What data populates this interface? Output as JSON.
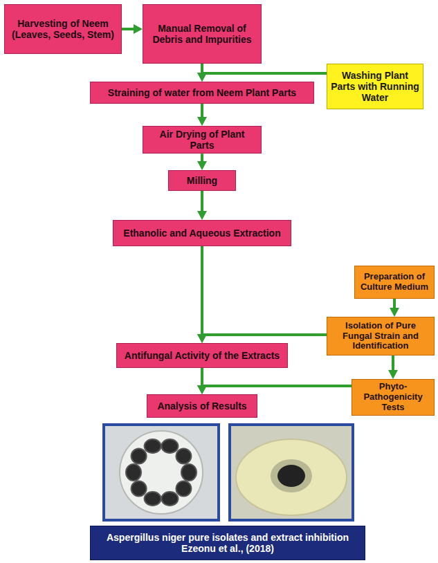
{
  "diagram": {
    "nodes": [
      {
        "text": [
          "Harvesting of Neem (Leaves, Seeds, Stem)"
        ]
      },
      {
        "text": [
          "Manual Removal of Debris and Impurities"
        ]
      },
      {
        "text": [
          "Washing Plant Parts with Running Water"
        ]
      },
      {
        "text": [
          "Straining of water from Neem Plant Parts"
        ]
      },
      {
        "text": [
          "Air Drying of Plant Parts"
        ]
      },
      {
        "text": [
          "Milling"
        ]
      },
      {
        "text": [
          "Ethanolic and Aqueous Extraction"
        ]
      },
      {
        "text": [
          "Preparation of Culture Medium"
        ]
      },
      {
        "text": [
          "Isolation of Pure Fungal Strain and Identification"
        ]
      },
      {
        "text": [
          "Antifungal Activity of the Extracts"
        ]
      },
      {
        "text": [
          "Phyto-Pathogenicity Tests"
        ]
      },
      {
        "text": [
          "Analysis of Results"
        ]
      },
      {
        "text": [
          "Aspergillus niger pure isolates and extract inhibition",
          "Ezeonu et al., (2018)"
        ]
      }
    ],
    "edges": [
      {
        "from": 0,
        "to": 1,
        "arrow": "to"
      },
      {
        "from": 1,
        "to": 3,
        "arrow": "to"
      },
      {
        "from": 2,
        "to": 3,
        "arrow": "to"
      },
      {
        "from": 3,
        "to": 4,
        "arrow": "to"
      },
      {
        "from": 4,
        "to": 5,
        "arrow": "to"
      },
      {
        "from": 5,
        "to": 6,
        "arrow": "to"
      },
      {
        "from": 6,
        "to": 9,
        "arrow": "to"
      },
      {
        "from": 7,
        "to": 8,
        "arrow": "to"
      },
      {
        "from": 8,
        "to": 9,
        "arrow": "to"
      },
      {
        "from": 9,
        "to": 11,
        "arrow": "to"
      },
      {
        "from": 8,
        "to": 10,
        "arrow": "to"
      },
      {
        "from": 10,
        "to": 11,
        "arrow": "to"
      }
    ]
  }
}
